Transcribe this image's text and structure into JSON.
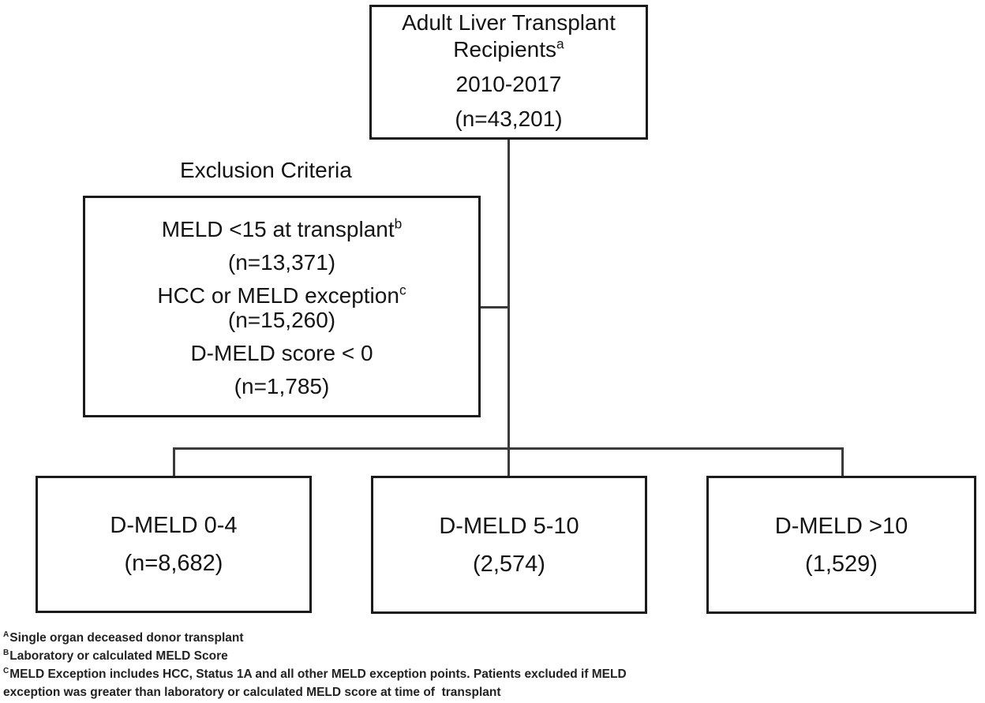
{
  "top_node": {
    "line1": "Adult Liver Transplant",
    "line2": "Recipients",
    "line2_sup": "a",
    "period": "2010-2017",
    "count": "(n=43,201)"
  },
  "exclusion": {
    "heading": "Exclusion Criteria",
    "items": [
      {
        "text": "MELD <15 at transplant",
        "sup": "b",
        "count": "(n=13,371)"
      },
      {
        "text": "HCC or MELD exception",
        "sup": "c",
        "count": "(n=15,260)"
      },
      {
        "text": "D-MELD score < 0",
        "sup": "",
        "count": "(n=1,785)"
      }
    ]
  },
  "groups": [
    {
      "label": "D-MELD 0-4",
      "count": "(n=8,682)"
    },
    {
      "label": "D-MELD 5-10",
      "count": "(2,574)"
    },
    {
      "label": "D-MELD >10",
      "count": "(1,529)"
    }
  ],
  "footnotes": {
    "lines": [
      {
        "marker": "A",
        "text": "Single organ deceased donor transplant"
      },
      {
        "marker": "B",
        "text": "Laboratory or calculated MELD Score"
      },
      {
        "marker": "C",
        "text": "MELD Exception includes HCC, Status 1A and all other MELD exception points. Patients excluded if MELD"
      },
      {
        "marker": "",
        "text": "exception was greater than laboratory or calculated MELD score at time of  transplant"
      }
    ]
  },
  "colors": {
    "border": "#1b1b1b",
    "connector": "#3a3a3a",
    "text": "#141414",
    "background": "#ffffff"
  }
}
